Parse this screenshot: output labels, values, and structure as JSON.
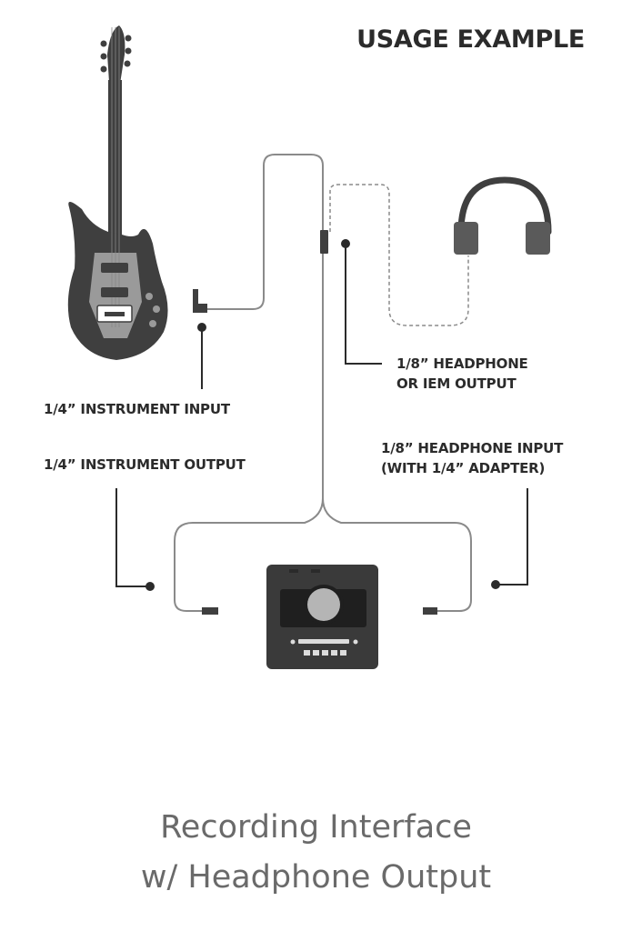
{
  "header": {
    "title": "USAGE EXAMPLE"
  },
  "labels": {
    "instrument_input": "1/4” INSTRUMENT INPUT",
    "instrument_output": "1/4” INSTRUMENT OUTPUT",
    "headphone_output_line1": "1/8” HEADPHONE",
    "headphone_output_line2": "OR IEM OUTPUT",
    "headphone_input_line1": "1/8” HEADPHONE INPUT",
    "headphone_input_line2": "(WITH 1/4” ADAPTER)"
  },
  "caption": {
    "line1": "Recording Interface",
    "line2": "w/ Headphone Output"
  },
  "colors": {
    "text": "#2b2b2b",
    "caption": "#6a6a6a",
    "guitar_body": "#3f3f3f",
    "guitar_pickguard": "#9a9a9a",
    "cable": "#8a8a8a",
    "interface_body": "#3a3a3a",
    "interface_knob": "#b5b5b5"
  },
  "icons": [
    "electric-guitar-icon",
    "headphones-icon",
    "audio-interface-icon",
    "cable-plug-icon"
  ]
}
